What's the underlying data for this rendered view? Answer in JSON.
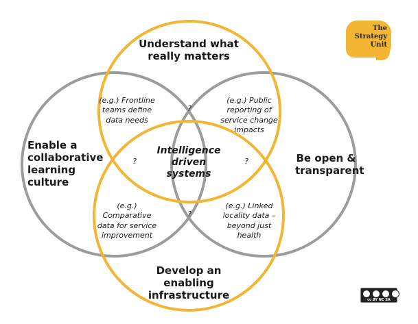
{
  "colors": {
    "yellow": "#f2b634",
    "gray": "#9a9d9e"
  },
  "logo": {
    "text": "The Strategy Unit"
  },
  "license": {
    "text": "cc BY NC SA"
  },
  "circles": {
    "top": "Understand what really matters",
    "left": "Enable a collaborative learning culture",
    "right": "Be open & transparent",
    "bottom": "Develop an enabling infrastructure"
  },
  "center": "Intelligence driven systems",
  "overlaps": {
    "top_left": "(e.g.) Frontline teams define data needs",
    "top_right": "(e.g.) Public reporting of service change impacts",
    "bottom_left": "(e.g.) Comparative data for service improvement",
    "bottom_right": "(e.g.) Linked locality data – beyond just health",
    "q_top": "?",
    "q_left": "?",
    "q_right": "?",
    "q_bottom": "?"
  }
}
